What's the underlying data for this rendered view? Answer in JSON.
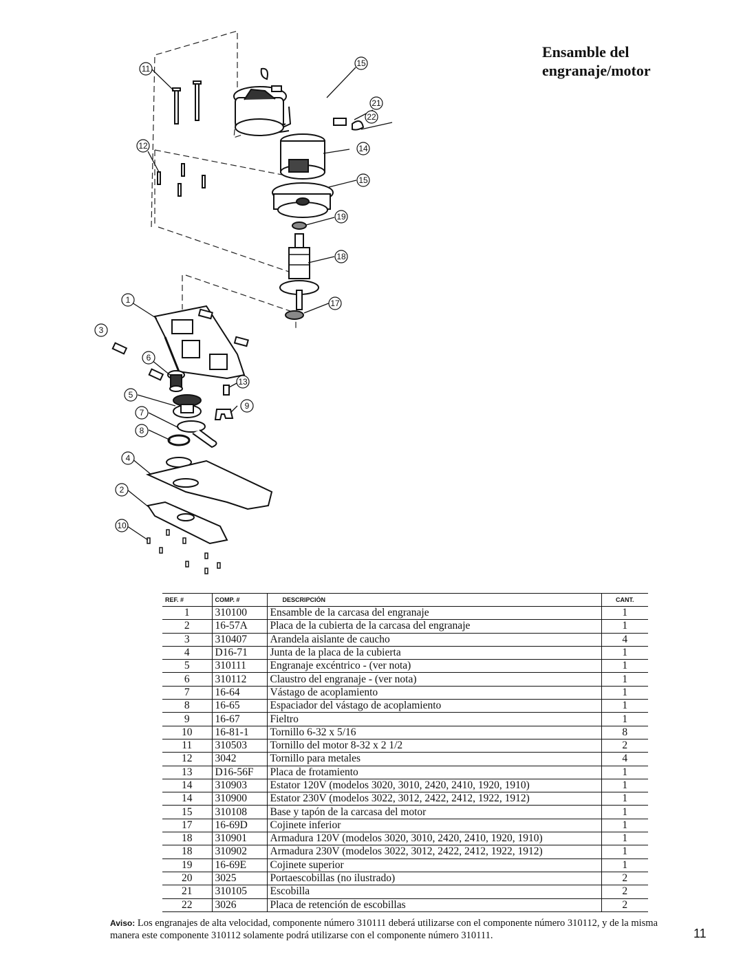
{
  "title": {
    "line1": "Ensamble del",
    "line2": "engranaje/motor"
  },
  "callouts": [
    "11",
    "12",
    "15",
    "21",
    "22",
    "14",
    "15",
    "19",
    "18",
    "1",
    "17",
    "3",
    "6",
    "13",
    "5",
    "9",
    "7",
    "8",
    "4",
    "2",
    "10"
  ],
  "table": {
    "headers": {
      "ref": "REF. #",
      "comp": "COMP. #",
      "desc": "DESCRIPCIÓN",
      "qty": "CANT."
    },
    "rows": [
      {
        "ref": "1",
        "comp": "310100",
        "desc": "Ensamble de la carcasa del engranaje",
        "qty": "1"
      },
      {
        "ref": "2",
        "comp": "16-57A",
        "desc": "Placa de la cubierta de la carcasa del engranaje",
        "qty": "1"
      },
      {
        "ref": "3",
        "comp": "310407",
        "desc": "Arandela aislante de caucho",
        "qty": "4"
      },
      {
        "ref": "4",
        "comp": "D16-71",
        "desc": "Junta de la placa de la cubierta",
        "qty": "1"
      },
      {
        "ref": "5",
        "comp": "310111",
        "desc": "Engranaje excéntrico - (ver nota)",
        "qty": "1"
      },
      {
        "ref": "6",
        "comp": "310112",
        "desc": "Claustro del engranaje - (ver nota)",
        "qty": "1"
      },
      {
        "ref": "7",
        "comp": "16-64",
        "desc": "Vástago de acoplamiento",
        "qty": "1"
      },
      {
        "ref": "8",
        "comp": "16-65",
        "desc": "Espaciador del vástago de acoplamiento",
        "qty": "1"
      },
      {
        "ref": "9",
        "comp": "16-67",
        "desc": "Fieltro",
        "qty": "1"
      },
      {
        "ref": "10",
        "comp": "16-81-1",
        "desc": "Tornillo 6-32 x 5/16",
        "qty": "8"
      },
      {
        "ref": "11",
        "comp": "310503",
        "desc": "Tornillo del motor 8-32 x 2 1/2",
        "qty": "2"
      },
      {
        "ref": "12",
        "comp": "3042",
        "desc": "Tornillo para metales",
        "qty": "4"
      },
      {
        "ref": "13",
        "comp": "D16-56F",
        "desc": "Placa de frotamiento",
        "qty": "1"
      },
      {
        "ref": "14",
        "comp": "310903",
        "desc": "Estator 120V (modelos 3020, 3010, 2420, 2410, 1920, 1910)",
        "qty": "1"
      },
      {
        "ref": "14",
        "comp": "310900",
        "desc": "Estator 230V (modelos 3022, 3012, 2422, 2412, 1922, 1912)",
        "qty": "1"
      },
      {
        "ref": "15",
        "comp": "310108",
        "desc": "Base y tapón de la carcasa del motor",
        "qty": "1"
      },
      {
        "ref": "17",
        "comp": "16-69D",
        "desc": "Cojinete inferior",
        "qty": "1"
      },
      {
        "ref": "18",
        "comp": "310901",
        "desc": "Armadura 120V (modelos 3020, 3010, 2420, 2410, 1920, 1910)",
        "qty": "1"
      },
      {
        "ref": "18",
        "comp": "310902",
        "desc": "Armadura 230V (modelos 3022, 3012, 2422, 2412, 1922, 1912)",
        "qty": "1"
      },
      {
        "ref": "19",
        "comp": "16-69E",
        "desc": "Cojinete superior",
        "qty": "1"
      },
      {
        "ref": "20",
        "comp": "3025",
        "desc": "Portaescobillas (no ilustrado)",
        "qty": "2"
      },
      {
        "ref": "21",
        "comp": "310105",
        "desc": "Escobilla",
        "qty": "2"
      },
      {
        "ref": "22",
        "comp": "3026",
        "desc": "Placa de retención de escobillas",
        "qty": "2"
      }
    ]
  },
  "notice": {
    "label": "Aviso:",
    "text": "Los engranajes de alta velocidad, componente número 310111 deberá utilizarse con el componente número 310112, y de la misma manera este componente 310112 solamente podrá utilizarse con el componente número 310111."
  },
  "page_number": "11"
}
